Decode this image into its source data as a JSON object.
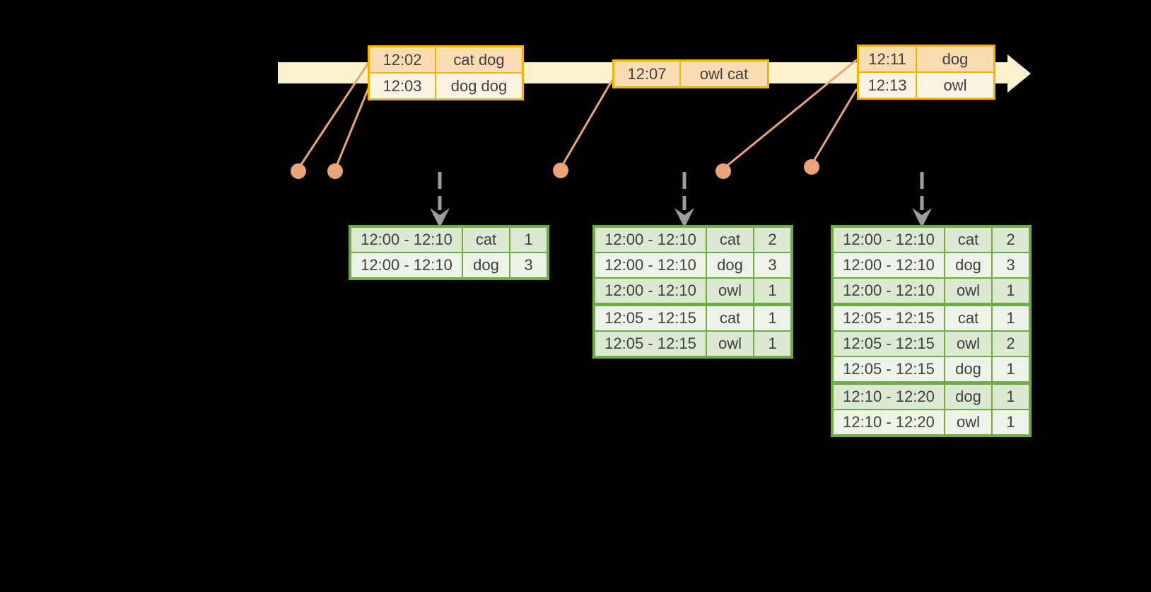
{
  "colors": {
    "background": "#000000",
    "band": "#fdf2cf",
    "orange_border": "#f1b500",
    "orange_row_dark": "#fadcb3",
    "orange_row_light": "#fdf3e2",
    "salmon": "#eba47a",
    "gray_arrow": "#9d9d9d",
    "green_border": "#6fac44",
    "green_row_dark": "#dde8d2",
    "green_row_light": "#eef3e9",
    "text": "#3f3f3f"
  },
  "icons": {
    "timeline_arrowhead": "right-arrow",
    "event_marker": "dot-on-timeline",
    "trigger_arrow": "dashed-down-arrow"
  },
  "timeline": {
    "event_tables": [
      {
        "rows": [
          [
            "12:02",
            "cat dog"
          ],
          [
            "12:03",
            "dog dog"
          ]
        ]
      },
      {
        "rows": [
          [
            "12:07",
            "owl cat"
          ]
        ]
      },
      {
        "rows": [
          [
            "12:11",
            "dog"
          ],
          [
            "12:13",
            "owl"
          ]
        ]
      }
    ]
  },
  "result_tables": [
    {
      "rows": [
        [
          "12:00 - 12:10",
          "cat",
          "1"
        ],
        [
          "12:00 - 12:10",
          "dog",
          "3"
        ]
      ],
      "group_breaks": []
    },
    {
      "rows": [
        [
          "12:00 - 12:10",
          "cat",
          "2"
        ],
        [
          "12:00 - 12:10",
          "dog",
          "3"
        ],
        [
          "12:00 - 12:10",
          "owl",
          "1"
        ],
        [
          "12:05 - 12:15",
          "cat",
          "1"
        ],
        [
          "12:05 - 12:15",
          "owl",
          "1"
        ]
      ],
      "group_breaks": [
        3
      ]
    },
    {
      "rows": [
        [
          "12:00 - 12:10",
          "cat",
          "2"
        ],
        [
          "12:00 - 12:10",
          "dog",
          "3"
        ],
        [
          "12:00 - 12:10",
          "owl",
          "1"
        ],
        [
          "12:05 - 12:15",
          "cat",
          "1"
        ],
        [
          "12:05 - 12:15",
          "owl",
          "2"
        ],
        [
          "12:05 - 12:15",
          "dog",
          "1"
        ],
        [
          "12:10 - 12:20",
          "dog",
          "1"
        ],
        [
          "12:10 - 12:20",
          "owl",
          "1"
        ]
      ],
      "group_breaks": [
        3,
        6
      ]
    }
  ]
}
